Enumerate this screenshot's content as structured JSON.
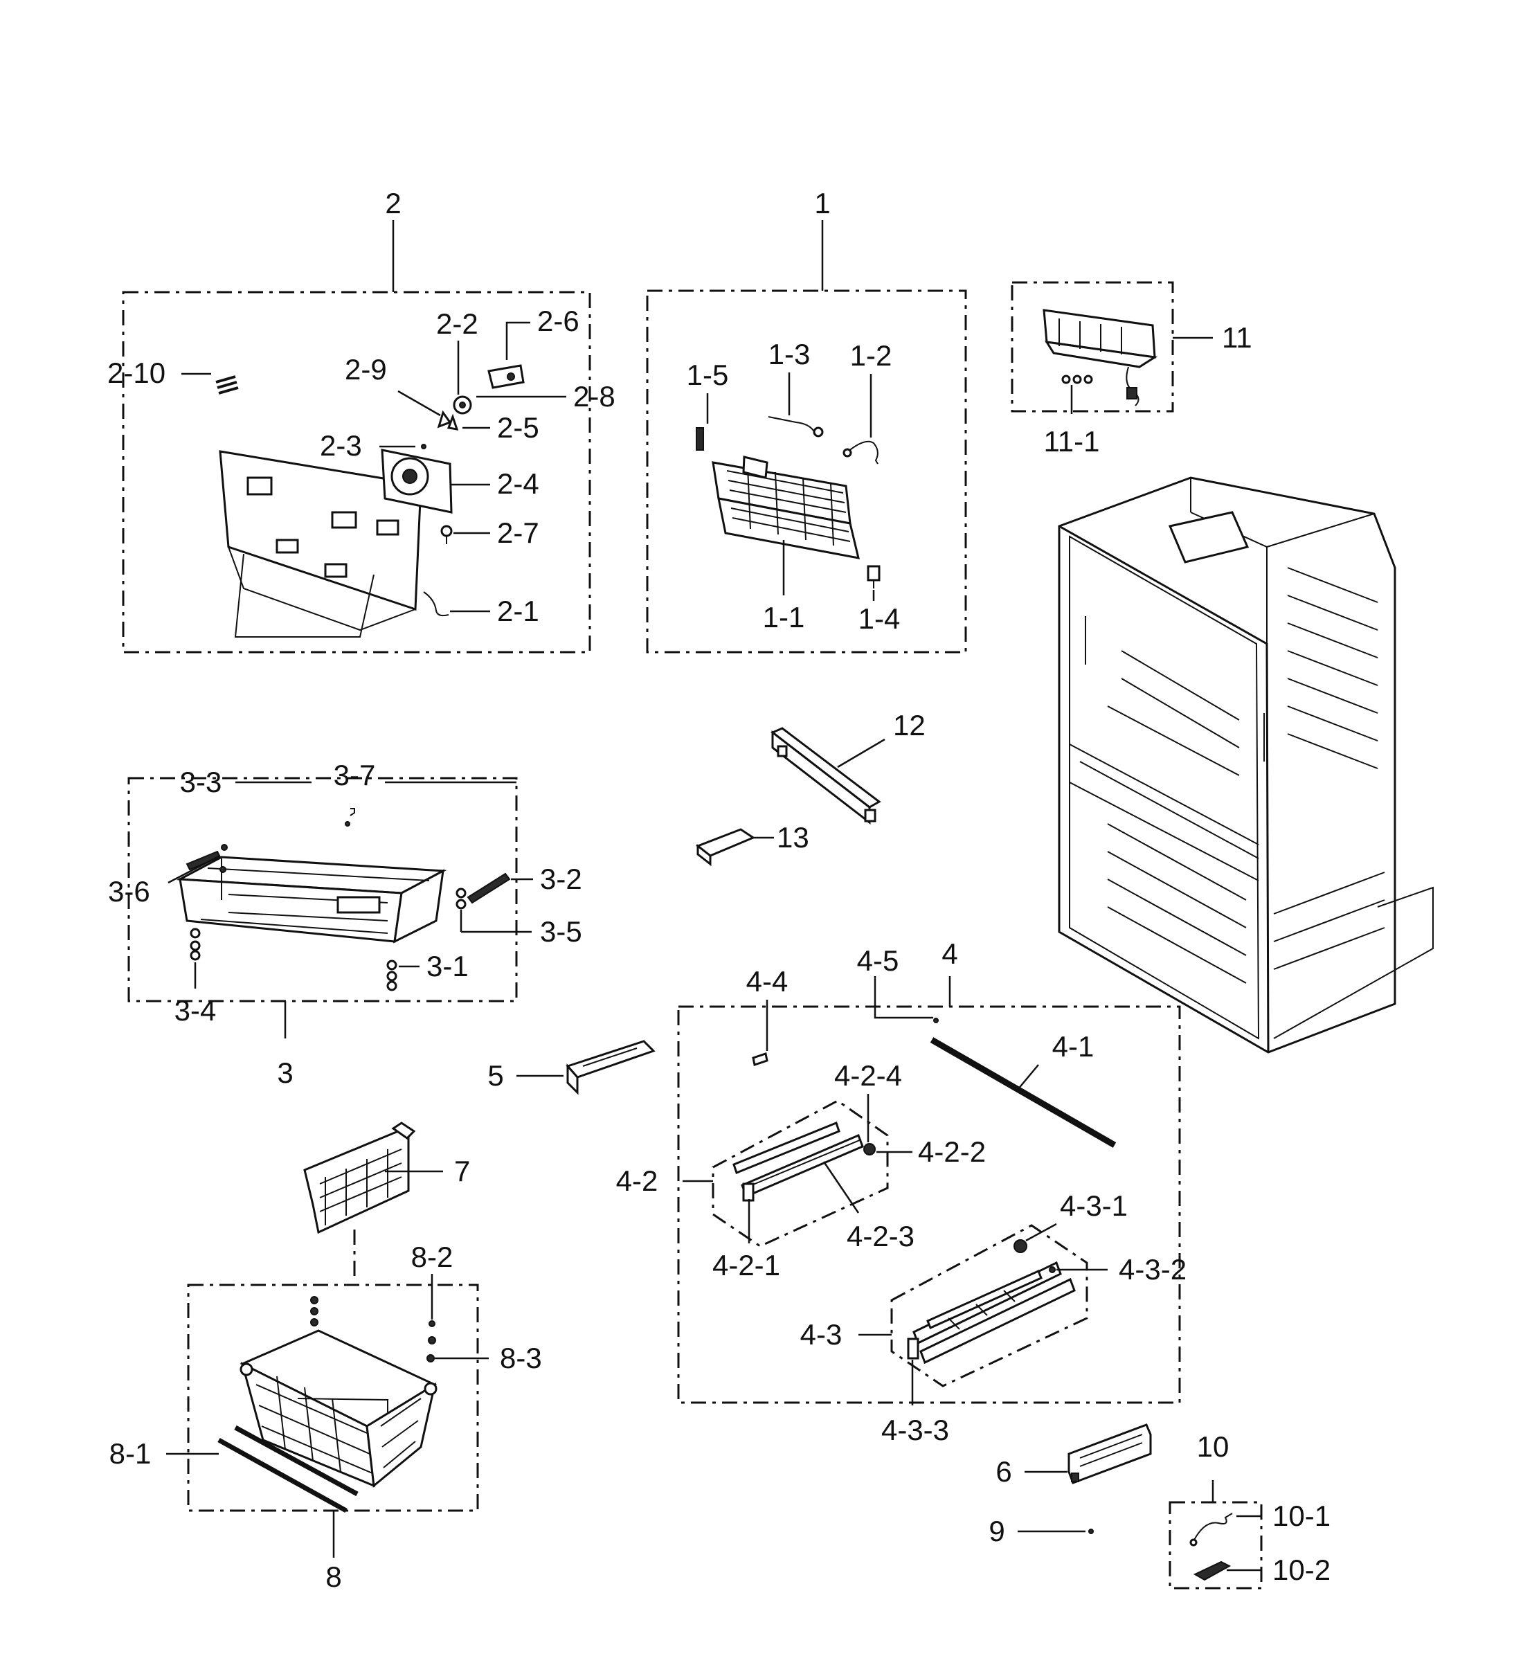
{
  "diagram": {
    "type": "exploded-parts-diagram",
    "colors": {
      "line": "#111111",
      "background": "#ffffff"
    },
    "callouts": {
      "c1": "1",
      "c1_1": "1-1",
      "c1_2": "1-2",
      "c1_3": "1-3",
      "c1_4": "1-4",
      "c1_5": "1-5",
      "c2": "2",
      "c2_1": "2-1",
      "c2_2": "2-2",
      "c2_3": "2-3",
      "c2_4": "2-4",
      "c2_5": "2-5",
      "c2_6": "2-6",
      "c2_7": "2-7",
      "c2_8": "2-8",
      "c2_9": "2-9",
      "c2_10": "2-10",
      "c3": "3",
      "c3_1": "3-1",
      "c3_2": "3-2",
      "c3_3": "3-3",
      "c3_4": "3-4",
      "c3_5": "3-5",
      "c3_6": "3-6",
      "c3_7": "3-7",
      "c4": "4",
      "c4_1": "4-1",
      "c4_2": "4-2",
      "c4_2_1": "4-2-1",
      "c4_2_2": "4-2-2",
      "c4_2_3": "4-2-3",
      "c4_2_4": "4-2-4",
      "c4_3": "4-3",
      "c4_3_1": "4-3-1",
      "c4_3_2": "4-3-2",
      "c4_3_3": "4-3-3",
      "c4_4": "4-4",
      "c4_5": "4-5",
      "c5": "5",
      "c6": "6",
      "c7": "7",
      "c8": "8",
      "c8_1": "8-1",
      "c8_2": "8-2",
      "c8_3": "8-3",
      "c9": "9",
      "c10": "10",
      "c10_1": "10-1",
      "c10_2": "10-2",
      "c11": "11",
      "c11_1": "11-1",
      "c12": "12",
      "c13": "13"
    }
  }
}
